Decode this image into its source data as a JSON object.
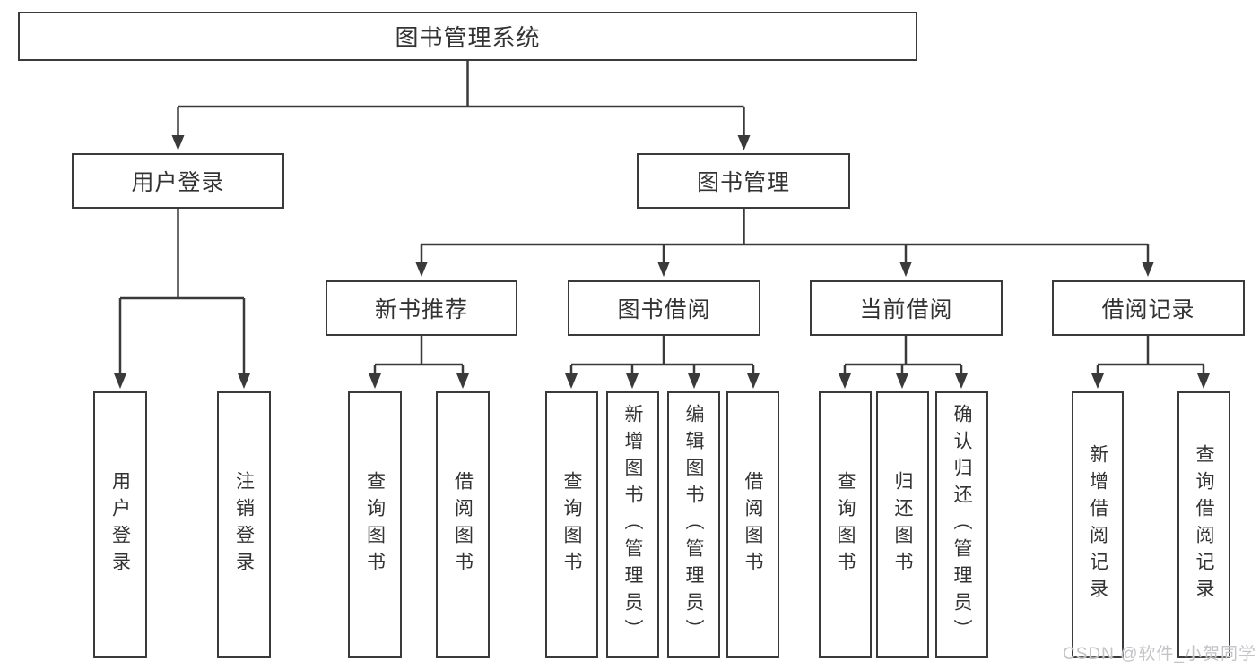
{
  "tree": {
    "root": {
      "label": "图书管理系统"
    },
    "children": [
      {
        "label": "用户登录",
        "children": [
          {
            "label": "用户登录"
          },
          {
            "label": "注销登录"
          }
        ]
      },
      {
        "label": "图书管理",
        "children": [
          {
            "label": "新书推荐",
            "children": [
              {
                "label": "查询图书"
              },
              {
                "label": "借阅图书"
              }
            ]
          },
          {
            "label": "图书借阅",
            "children": [
              {
                "label": "查询图书"
              },
              {
                "label": "新增图书（管理员）"
              },
              {
                "label": "编辑图书（管理员）"
              },
              {
                "label": "借阅图书"
              }
            ]
          },
          {
            "label": "当前借阅",
            "children": [
              {
                "label": "查询图书"
              },
              {
                "label": "归还图书"
              },
              {
                "label": "确认归还（管理员）"
              }
            ]
          },
          {
            "label": "借阅记录",
            "children": [
              {
                "label": "新增借阅记录"
              },
              {
                "label": "查询借阅记录"
              }
            ]
          }
        ]
      }
    ]
  },
  "watermark": {
    "text": "CSDN @软件_小贺同学"
  },
  "colors": {
    "line": "#3a3a3a",
    "box_border": "#3a3a3a",
    "text": "#333333",
    "background": "#ffffff",
    "watermark": "#c3c3c8"
  }
}
